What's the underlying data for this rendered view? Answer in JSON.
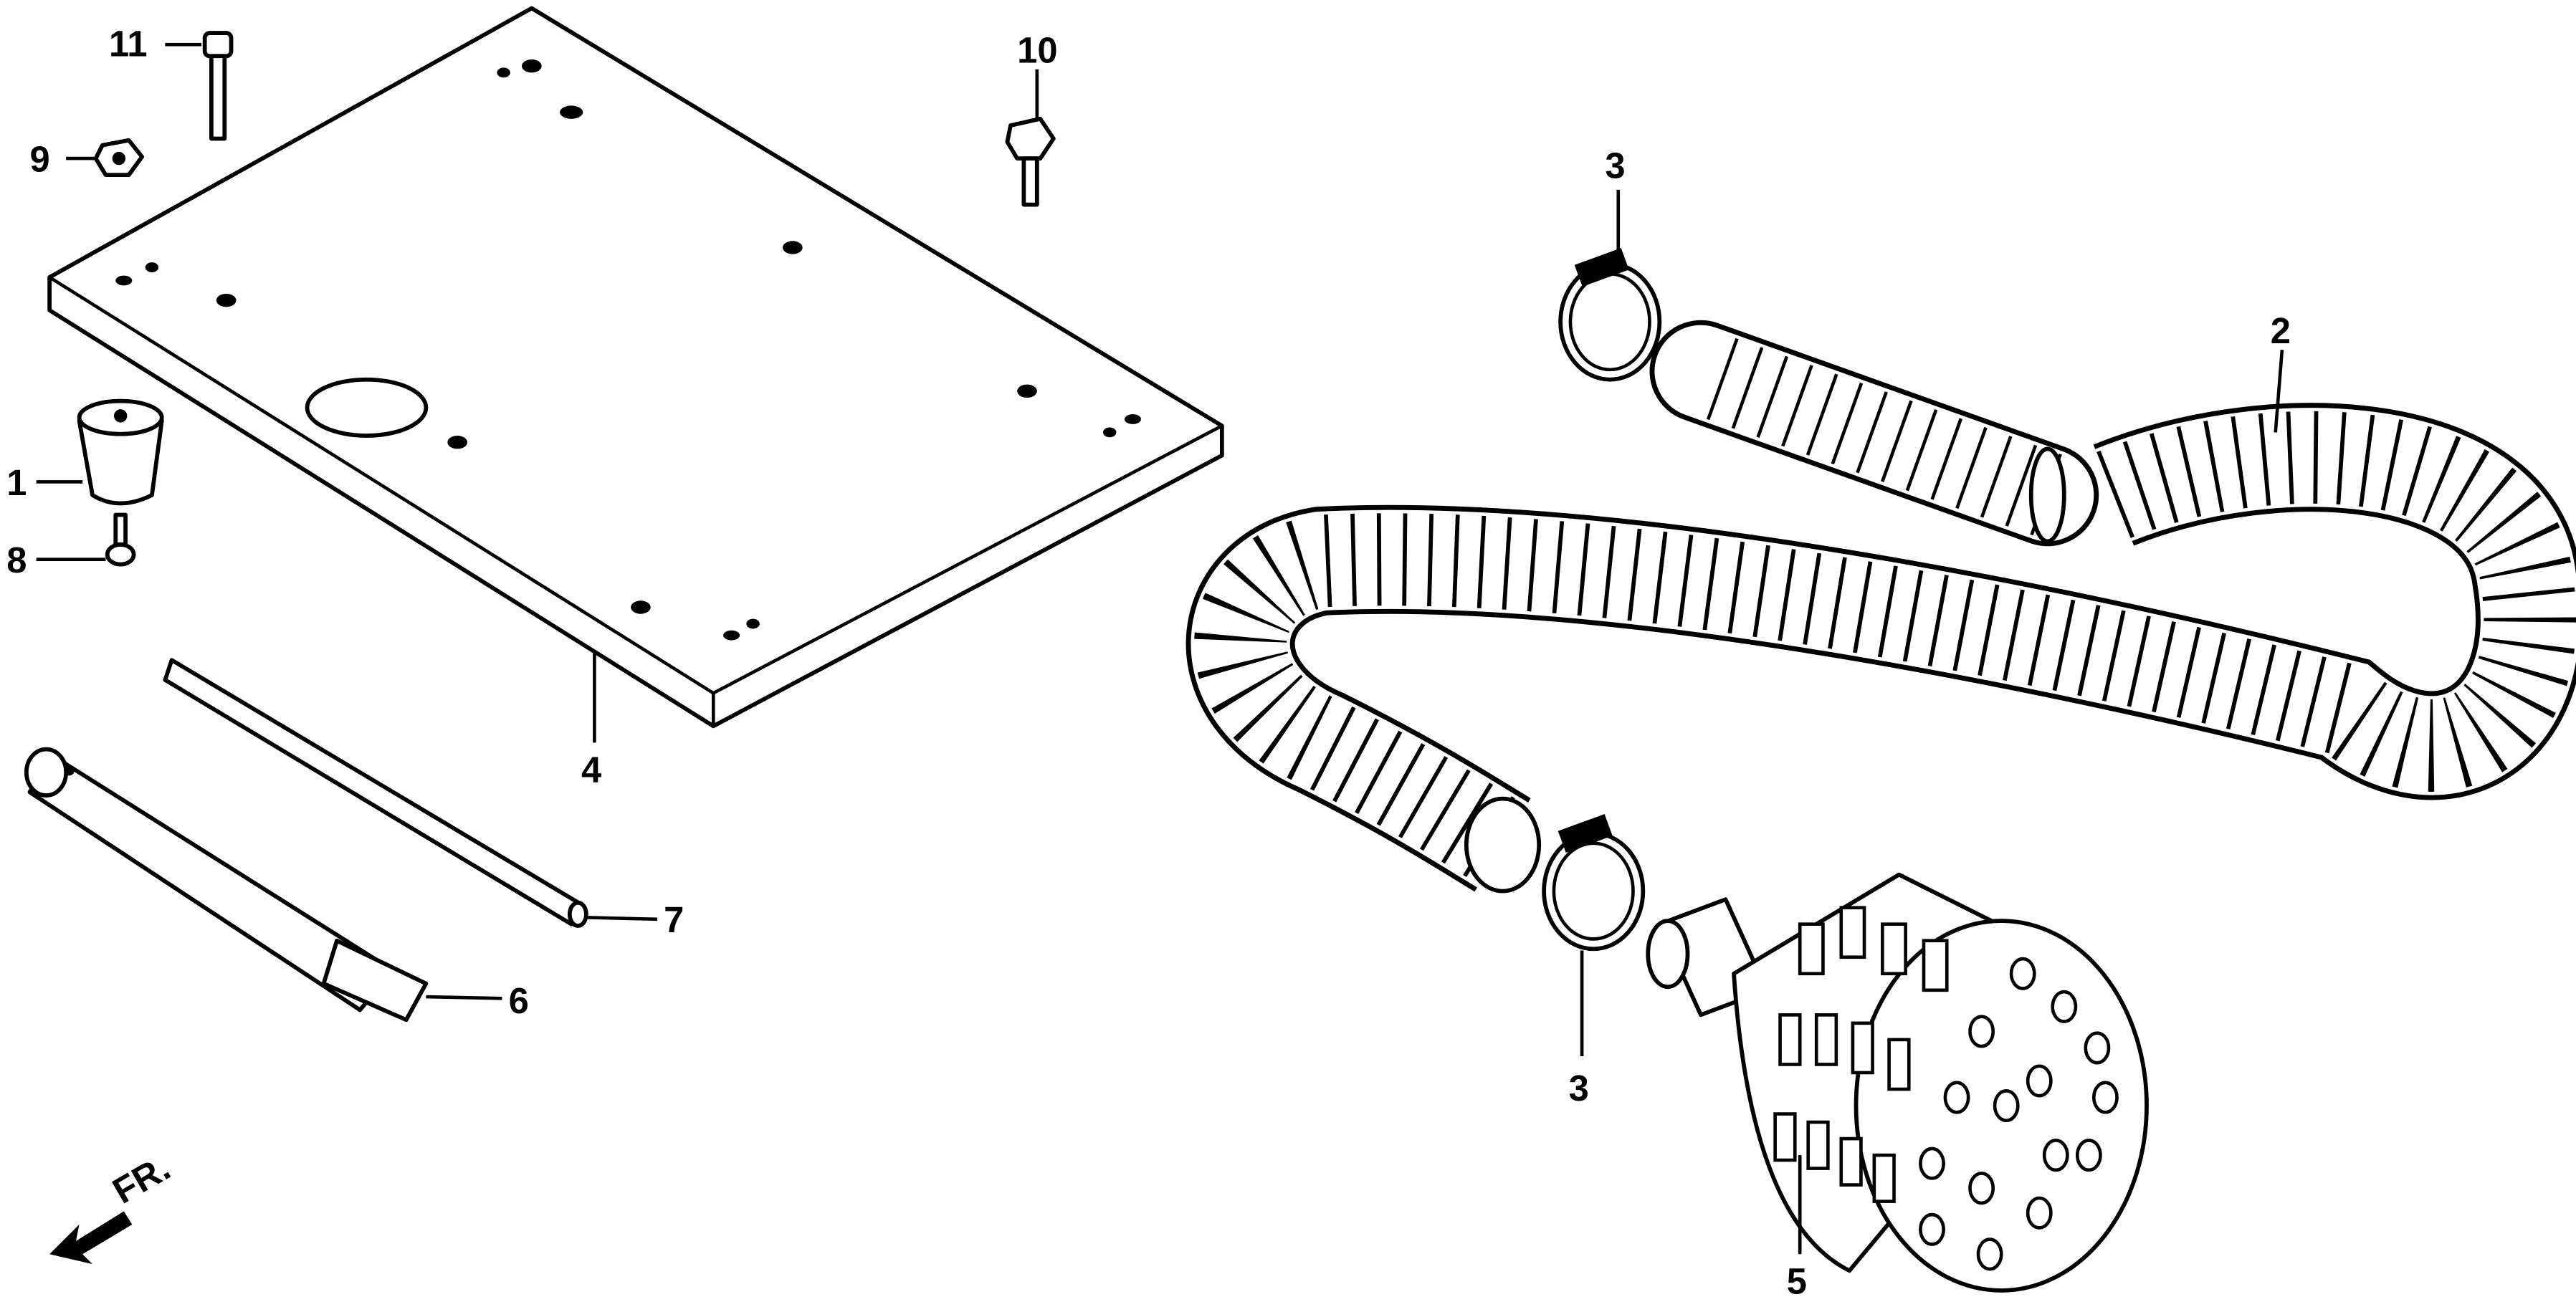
{
  "diagram": {
    "callouts": {
      "p1": "1",
      "p2": "2",
      "p3_top": "3",
      "p3_bottom": "3",
      "p4": "4",
      "p5": "5",
      "p6": "6",
      "p7": "7",
      "p8": "8",
      "p9": "9",
      "p10": "10",
      "p11": "11"
    },
    "front_arrow_label": "FR."
  }
}
